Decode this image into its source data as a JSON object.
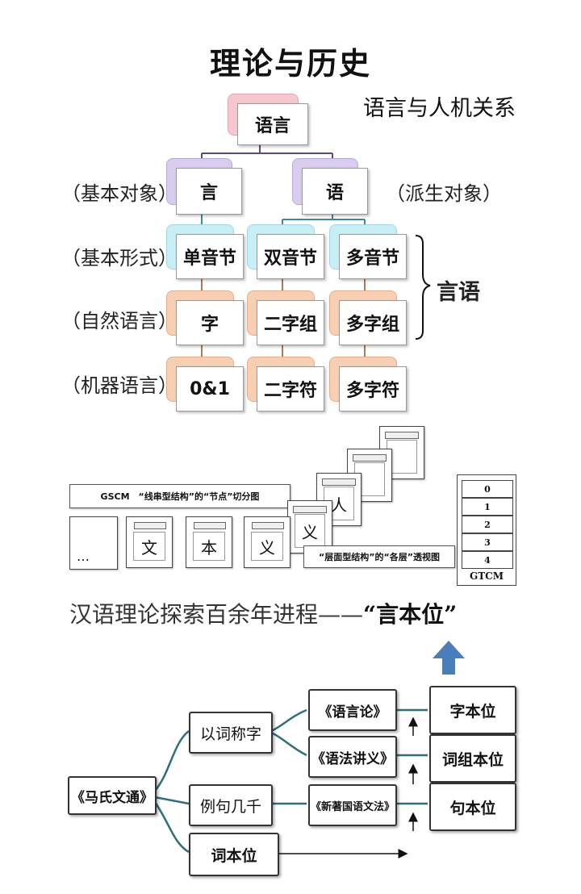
{
  "title": "理论与历史",
  "subtitle": "语言与人机关系",
  "tree": {
    "root": "语言",
    "level1": [
      "言",
      "语"
    ],
    "side_left": [
      "（基本对象）",
      "（基本形式）",
      "（自然语言）",
      "（机器语言）"
    ],
    "side_right": "（派生对象）",
    "brace_label": "言语",
    "rows": [
      [
        "单音节",
        "双音节",
        "多音节"
      ],
      [
        "字",
        "二字组",
        "多字组"
      ],
      [
        "0&1",
        "二字符",
        "多字符"
      ]
    ]
  },
  "graphic": {
    "gscm_label": "GSCM　“线串型结构”的“节点”切分图",
    "layer_label": "“层面型结构”的“各层”透视图",
    "ellipsis": "…",
    "cards": [
      "文",
      "本",
      "义"
    ],
    "front_page_char": "义",
    "stack_char": "人",
    "gtcm_cells": [
      "0",
      "1",
      "2",
      "3",
      "4"
    ],
    "gtcm_label": "GTCM"
  },
  "headline": {
    "text": "汉语理论探索百余年进程——",
    "highlight": "“言本位”"
  },
  "flow": {
    "start": "《马氏文通》",
    "mid": [
      "以词称字",
      "例句几千",
      "词本位"
    ],
    "books": [
      "《语言论》",
      "《语法讲义》",
      "《新著国语文法》"
    ],
    "right": [
      "字本位",
      "词组本位",
      "句本位"
    ],
    "arrow_color": "#4a7ebb"
  }
}
